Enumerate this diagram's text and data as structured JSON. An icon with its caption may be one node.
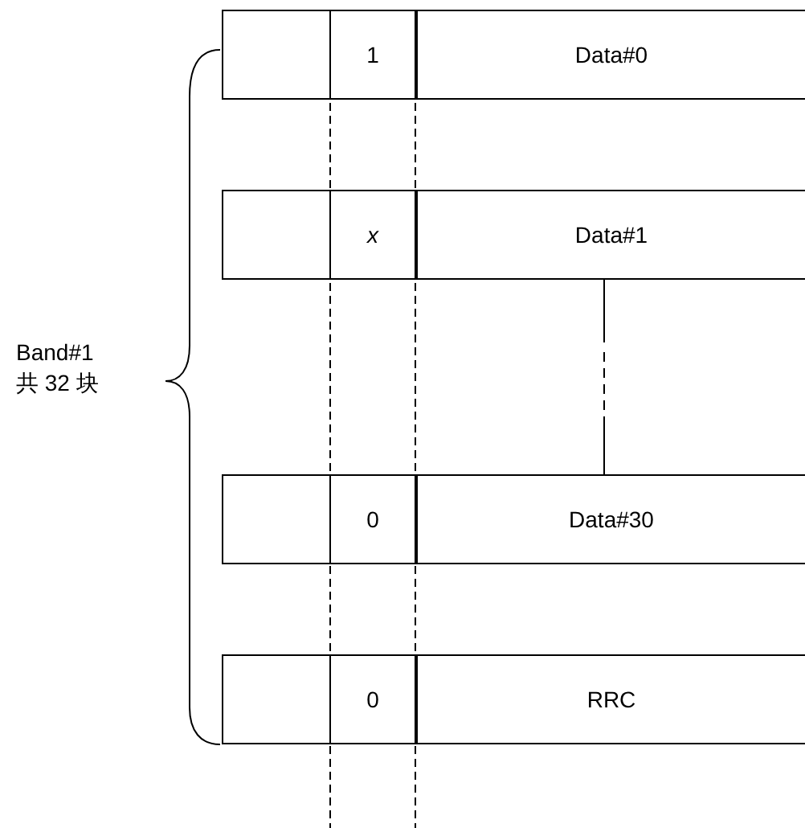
{
  "diagram": {
    "nodes": [
      {
        "text": [],
        "shape": "box"
      },
      {
        "text": [
          "1"
        ]
      },
      {
        "text": [
          "Data#0"
        ]
      },
      {
        "text": [],
        "shape": "box"
      },
      {
        "text": [
          "x"
        ]
      },
      {
        "text": [
          "Data#1"
        ]
      },
      {
        "text": [],
        "shape": "box"
      },
      {
        "text": [
          "0"
        ]
      },
      {
        "text": [
          "Data#30"
        ]
      },
      {
        "text": [],
        "shape": "box"
      },
      {
        "text": [
          "0"
        ]
      },
      {
        "text": [
          "RRC"
        ]
      }
    ],
    "edges": [
      {
        "from": 5,
        "to": 8,
        "arrow": "none",
        "style": "dashed"
      }
    ],
    "labels": [
      "Band#1 共 32 块"
    ]
  }
}
